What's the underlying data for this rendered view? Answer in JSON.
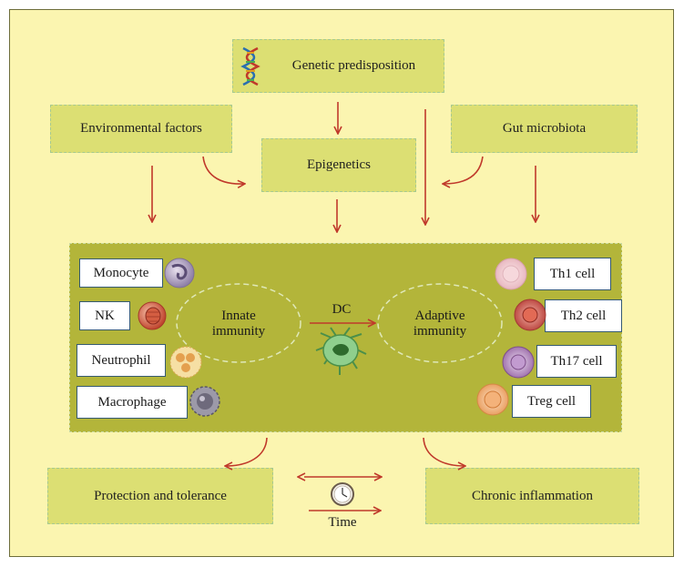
{
  "top_box": {
    "label": "Genetic predisposition",
    "icon": "dna-icon"
  },
  "environmental": {
    "label": "Environmental factors"
  },
  "epigenetics": {
    "label": "Epigenetics"
  },
  "microbiota": {
    "label": "Gut microbiota"
  },
  "innate": {
    "title_line1": "Innate",
    "title_line2": "immunity",
    "cells": [
      {
        "label": "Monocyte",
        "icon": "monocyte-cell-icon"
      },
      {
        "label": "NK",
        "icon": "nk-cell-icon"
      },
      {
        "label": "Neutrophil",
        "icon": "neutrophil-cell-icon"
      },
      {
        "label": "Macrophage",
        "icon": "macrophage-cell-icon"
      }
    ]
  },
  "adaptive": {
    "title_line1": "Adaptive",
    "title_line2": "immunity",
    "cells": [
      {
        "label": "Th1 cell",
        "icon": "th1-cell-icon"
      },
      {
        "label": "Th2 cell",
        "icon": "th2-cell-icon"
      },
      {
        "label": "Th17 cell",
        "icon": "th17-cell-icon"
      },
      {
        "label": "Treg cell",
        "icon": "treg-cell-icon"
      }
    ]
  },
  "dc": {
    "label": "DC",
    "icon": "dendritic-cell-icon"
  },
  "outcomes": {
    "left": "Protection and tolerance",
    "right": "Chronic inflammation",
    "time_label": "Time",
    "clock_icon": "clock-icon"
  },
  "colors": {
    "background": "#fbf5b0",
    "box_fill": "#dcdf73",
    "panel_fill": "#b3b53a",
    "arrow": "#c0392b",
    "label_border": "#355a72"
  }
}
